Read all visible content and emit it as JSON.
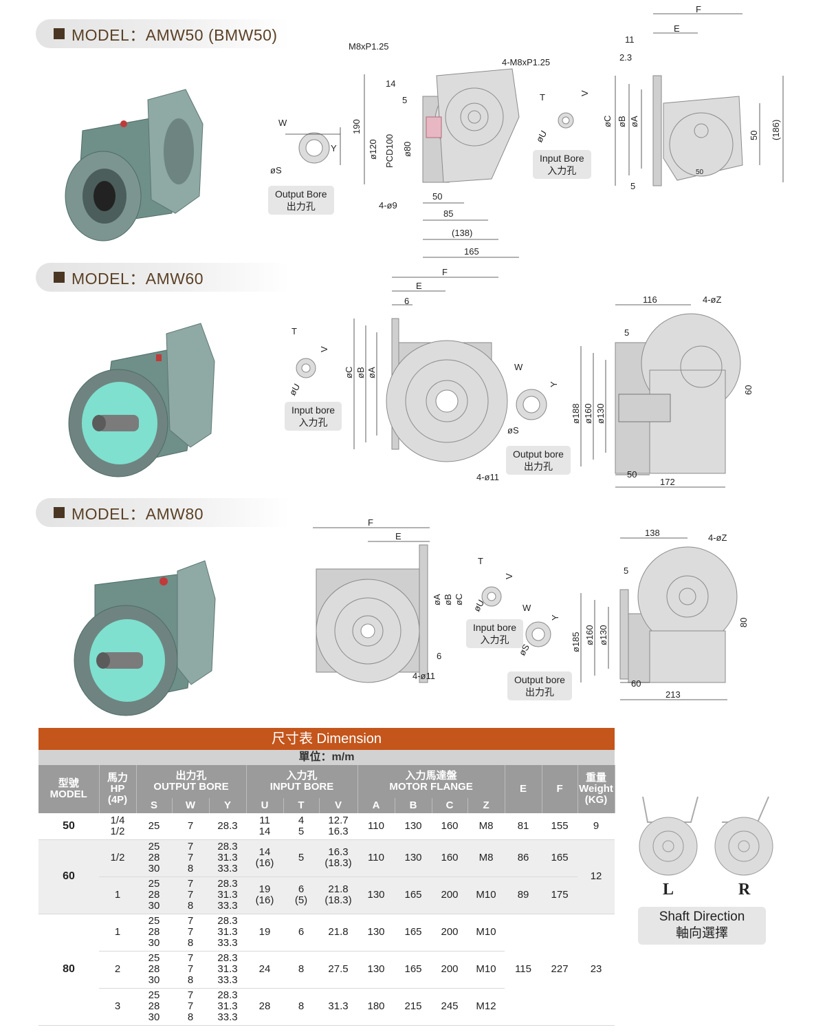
{
  "sections": [
    {
      "title": "MODEL：AMW50 (BMW50)"
    },
    {
      "title": "MODEL：AMW60"
    },
    {
      "title": "MODEL：AMW80"
    }
  ],
  "drawings": {
    "amw50": {
      "output_label": [
        "Output Bore",
        "出力孔"
      ],
      "input_label": [
        "Input Bore",
        "入力孔"
      ],
      "dims": [
        "W",
        "Y",
        "øS",
        "M8xP1.25",
        "4-M8xP1.25",
        "14",
        "5",
        "190",
        "ø120",
        "PCD100",
        "ø80",
        "4-ø9",
        "50",
        "85",
        "(138)",
        "165",
        "T",
        "V",
        "øU",
        "F",
        "E",
        "11",
        "2.3",
        "øC",
        "øB",
        "øA",
        "50",
        "(186)",
        "5",
        "50"
      ]
    },
    "amw60": {
      "input_label": [
        "Input bore",
        "入力孔"
      ],
      "output_label": [
        "Output bore",
        "出力孔"
      ],
      "dims": [
        "T",
        "V",
        "øU",
        "F",
        "E",
        "6",
        "øC",
        "øB",
        "øA",
        "W",
        "Y",
        "øS",
        "4-ø11",
        "116",
        "4-øZ",
        "5",
        "ø188",
        "ø160",
        "ø130",
        "60",
        "50",
        "172"
      ]
    },
    "amw80": {
      "input_label": [
        "Input bore",
        "入力孔"
      ],
      "output_label": [
        "Output bore",
        "出力孔"
      ],
      "dims": [
        "F",
        "E",
        "øA",
        "øB",
        "øC",
        "6",
        "4-ø11",
        "T",
        "V",
        "øU",
        "W",
        "Y",
        "øS",
        "138",
        "4-øZ",
        "5",
        "ø185",
        "ø160",
        "ø130",
        "80",
        "60",
        "213"
      ]
    }
  },
  "table": {
    "title": "尺寸表 Dimension",
    "unit": "單位：m/m",
    "headers": {
      "model": [
        "型號",
        "MODEL"
      ],
      "hp": [
        "馬力",
        "HP",
        "(4P)"
      ],
      "output": [
        "出力孔",
        "OUTPUT BORE"
      ],
      "input": [
        "入力孔",
        "INPUT BORE"
      ],
      "flange": [
        "入力馬達盤",
        "MOTOR FLANGE"
      ],
      "e": "E",
      "f": "F",
      "weight": [
        "重量",
        "Weight",
        "(KG)"
      ],
      "sub": [
        "S",
        "W",
        "Y",
        "U",
        "T",
        "V",
        "A",
        "B",
        "C",
        "Z"
      ]
    },
    "rows": [
      {
        "model": "50",
        "hp": [
          "1/4",
          "1/2"
        ],
        "s": [
          "25"
        ],
        "w": [
          "7"
        ],
        "y": [
          "28.3"
        ],
        "u": [
          "11",
          "14"
        ],
        "t": [
          "4",
          "5"
        ],
        "v": [
          "12.7",
          "16.3"
        ],
        "a": "110",
        "b": "130",
        "c": "160",
        "z": "M8",
        "e": "81",
        "f": "155",
        "kg": "9"
      },
      {
        "model": "60",
        "hp": [
          "1/2"
        ],
        "s": [
          "25",
          "28",
          "30"
        ],
        "w": [
          "7",
          "7",
          "8"
        ],
        "y": [
          "28.3",
          "31.3",
          "33.3"
        ],
        "u": [
          "14",
          "(16)"
        ],
        "t": [
          "5"
        ],
        "v": [
          "16.3",
          "(18.3)"
        ],
        "a": "110",
        "b": "130",
        "c": "160",
        "z": "M8",
        "e": "86",
        "f": "165",
        "kg": "12"
      },
      {
        "model": "",
        "hp": [
          "1"
        ],
        "s": [
          "25",
          "28",
          "30"
        ],
        "w": [
          "7",
          "7",
          "8"
        ],
        "y": [
          "28.3",
          "31.3",
          "33.3"
        ],
        "u": [
          "19",
          "(16)"
        ],
        "t": [
          "6",
          "(5)"
        ],
        "v": [
          "21.8",
          "(18.3)"
        ],
        "a": "130",
        "b": "165",
        "c": "200",
        "z": "M10",
        "e": "89",
        "f": "175",
        "kg": ""
      },
      {
        "model": "80",
        "hp": [
          "1"
        ],
        "s": [
          "25",
          "28",
          "30"
        ],
        "w": [
          "7",
          "7",
          "8"
        ],
        "y": [
          "28.3",
          "31.3",
          "33.3"
        ],
        "u": [
          "19"
        ],
        "t": [
          "6"
        ],
        "v": [
          "21.8"
        ],
        "a": "130",
        "b": "165",
        "c": "200",
        "z": "M10",
        "e": "115",
        "f": "227",
        "kg": "23"
      },
      {
        "model": "",
        "hp": [
          "2"
        ],
        "s": [
          "25",
          "28",
          "30"
        ],
        "w": [
          "7",
          "7",
          "8"
        ],
        "y": [
          "28.3",
          "31.3",
          "33.3"
        ],
        "u": [
          "24"
        ],
        "t": [
          "8"
        ],
        "v": [
          "27.5"
        ],
        "a": "130",
        "b": "165",
        "c": "200",
        "z": "M10",
        "e": "",
        "f": "",
        "kg": ""
      },
      {
        "model": "",
        "hp": [
          "3"
        ],
        "s": [
          "25",
          "28",
          "30"
        ],
        "w": [
          "7",
          "7",
          "8"
        ],
        "y": [
          "28.3",
          "31.3",
          "33.3"
        ],
        "u": [
          "28"
        ],
        "t": [
          "8"
        ],
        "v": [
          "31.3"
        ],
        "a": "180",
        "b": "215",
        "c": "245",
        "z": "M12",
        "e": "",
        "f": "",
        "kg": ""
      }
    ]
  },
  "shaft": {
    "left": "L",
    "right": "R",
    "caption": [
      "Shaft Direction",
      "軸向選擇"
    ]
  },
  "colors": {
    "accent": "#c4551b",
    "header": "#9b9b9b",
    "title_text": "#5b4126"
  }
}
